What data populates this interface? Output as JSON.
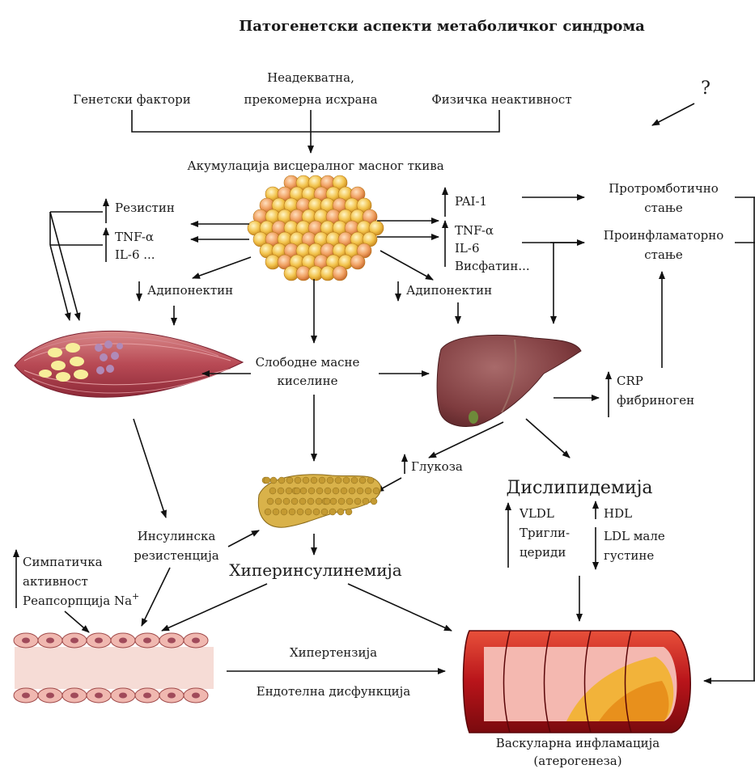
{
  "title": "Патогенетски аспекти метаболичког синдрома",
  "causes": {
    "genetic": "Генетски фактори",
    "diet_line1": "Неадекватна,",
    "diet_line2": "прекомерна исхрана",
    "inactivity": "Физичка неактивност",
    "question": "?"
  },
  "visceral": "Акумулација висцералног масног ткива",
  "left_factors": {
    "resistin": "Резистин",
    "tnf": "TNF-α",
    "il6": "IL-6 ...",
    "adiponectin": "Адипонектин"
  },
  "right_factors": {
    "pai": "PAI-1",
    "tnf": "TNF-α",
    "il6": "IL-6",
    "visfatin": "Висфатин...",
    "adiponectin": "Адипонектин"
  },
  "states": {
    "prothrombotic_line1": "Протромботично",
    "prothrombotic_line2": "стање",
    "proinflammatory_line1": "Проинфламаторно",
    "proinflammatory_line2": "стање"
  },
  "ffa": {
    "line1": "Слободне масне",
    "line2": "киселине"
  },
  "liver_outputs": {
    "crp": "CRP",
    "fibrinogen": "фибриноген"
  },
  "glucose": "Глукоза",
  "dyslipidemia": {
    "title": "Дислипидемија",
    "vldl": "VLDL",
    "tg_line1": "Тригли-",
    "tg_line2": "цериди",
    "hdl": "HDL",
    "ldl_line1": "LDL мале",
    "ldl_line2": "густине"
  },
  "insulin_resistance": {
    "line1": "Инсулинска",
    "line2": "резистенција"
  },
  "hyperinsulinemia": "Хиперинсулинемија",
  "sympathetic": {
    "line1": "Симпатичка",
    "line2": "активност",
    "line3": "Реапсорпција Na",
    "sup": "+"
  },
  "hypertension": "Хипертензија",
  "endothelial": "Ендотелна дисфункција",
  "vascular": {
    "line1": "Васкуларна инфламација",
    "line2": "(атерогенеза)"
  }
}
